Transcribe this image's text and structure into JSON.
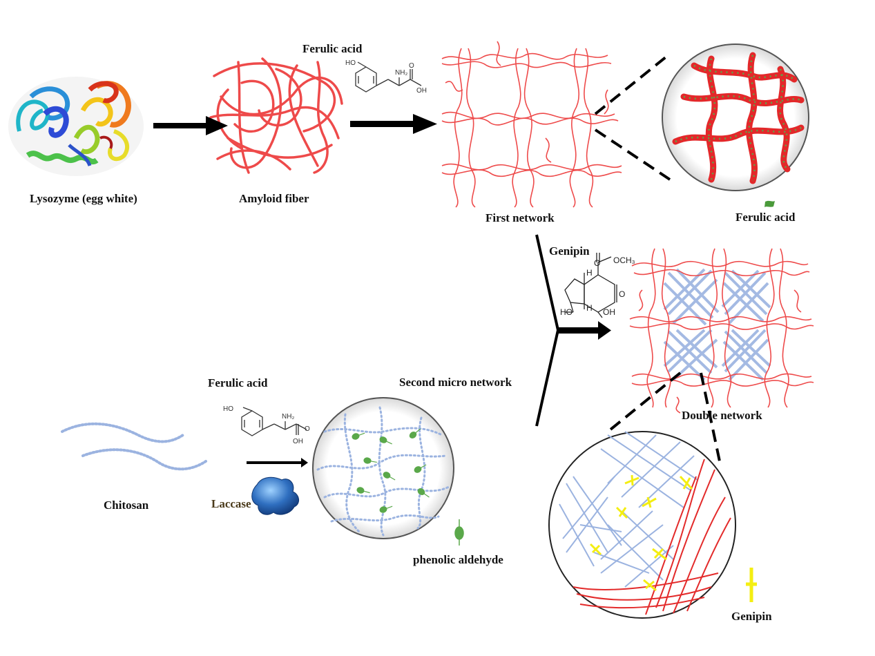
{
  "labels": {
    "lysozyme": "Lysozyme (egg white)",
    "amyloid": "Amyloid fiber",
    "ferulic_top": "Ferulic acid",
    "first_network": "First network",
    "ferulic_legend": "Ferulic acid",
    "genipin_top": "Genipin",
    "double_network": "Double network",
    "ferulic_bottom": "Ferulic acid",
    "second_micro": "Second micro network",
    "chitosan": "Chitosan",
    "laccase": "Laccase",
    "phenolic": "phenolic aldehyde",
    "genipin_legend": "Genipin"
  },
  "chem": {
    "ho": "HO",
    "nh2": "NH₂",
    "o": "O",
    "oh": "OH",
    "och3": "OCH₃",
    "h": "H"
  },
  "colors": {
    "fiber_red": "#ee3b3b",
    "chitosan_blue": "#9bb3e0",
    "ferulic_green": "#4a9a3a",
    "genipin_yellow": "#f4ee12",
    "laccase_blue": "#2f6fc0",
    "arrow_black": "#000000"
  }
}
